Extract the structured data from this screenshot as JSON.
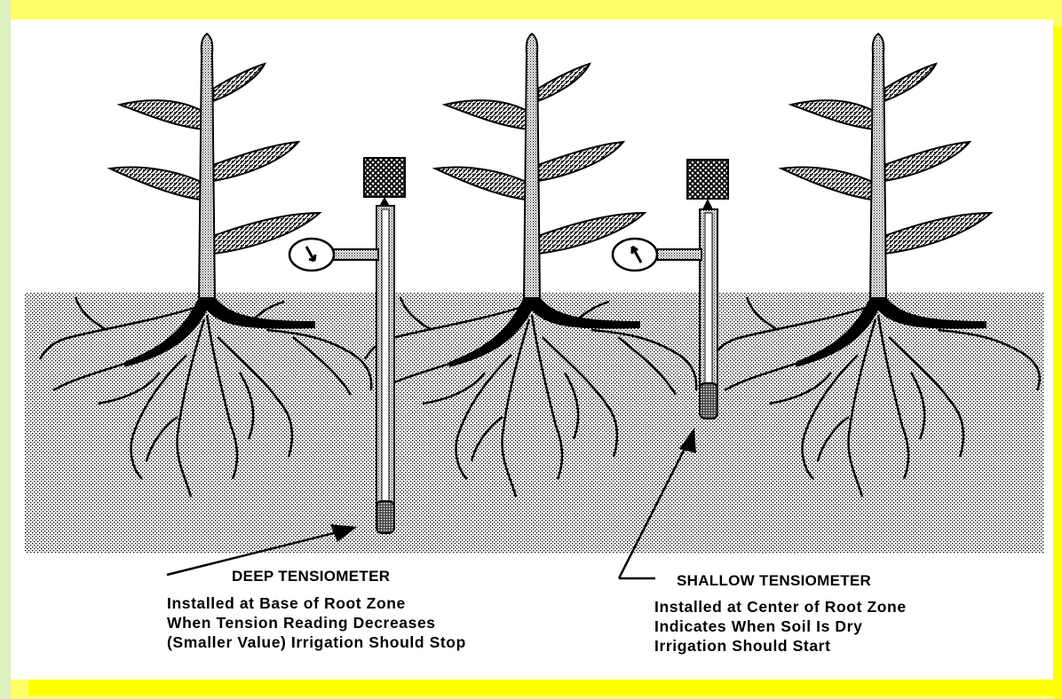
{
  "colors": {
    "frame_yellow": "#ffff66",
    "panel_bg": "#ffffff",
    "bottom_bar": "#ffff00",
    "soil_fill": "#bdbdbd",
    "ink": "#000000",
    "left_edge_tint": "#cfe9e4"
  },
  "deep": {
    "title": "DEEP TENSIOMETER",
    "lines": [
      "Installed at Base of Root Zone",
      "When Tension Reading Decreases",
      "(Smaller Value) Irrigation Should Stop"
    ]
  },
  "shallow": {
    "title": "SHALLOW TENSIOMETER",
    "lines": [
      "Installed at Center of Root Zone",
      "Indicates When Soil Is Dry",
      "Irrigation Should Start"
    ]
  },
  "icons": [
    "plant-icon",
    "tensiometer-icon",
    "gauge-icon",
    "arrow-icon"
  ]
}
